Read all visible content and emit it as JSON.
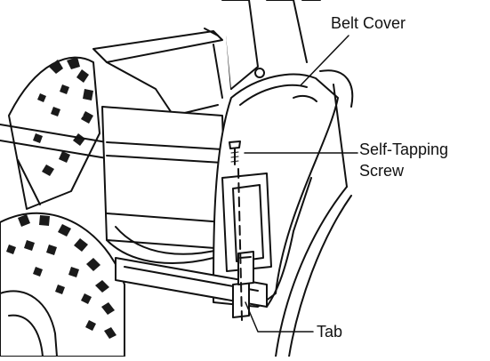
{
  "callouts": {
    "belt_cover": "Belt Cover",
    "screw_line1": "Self-Tapping",
    "screw_line2": "Screw",
    "tab": "Tab"
  },
  "colors": {
    "ink": "#111111",
    "fill": "#ffffff",
    "tire_tread": "#1a1a1a"
  }
}
